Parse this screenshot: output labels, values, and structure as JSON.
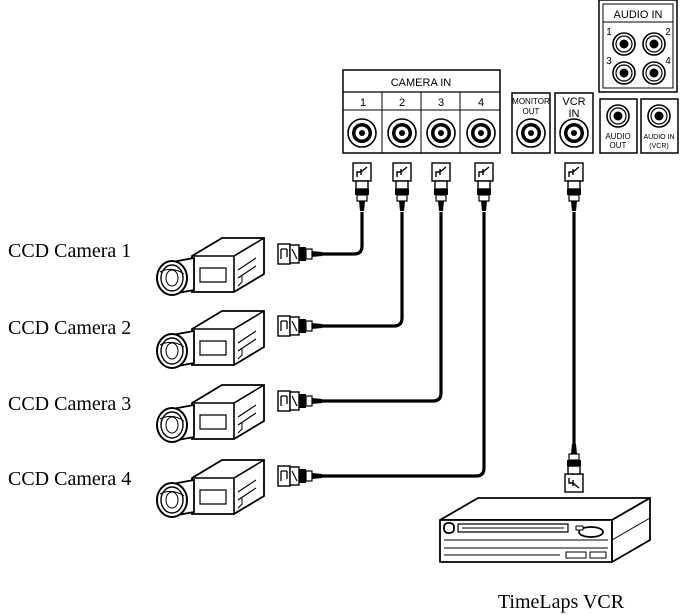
{
  "camera_labels": [
    "CCD Camera 1",
    "CCD Camera 2",
    "CCD Camera 3",
    "CCD Camera 4"
  ],
  "vcr_label": "TimeLaps VCR",
  "panel": {
    "camera_in": {
      "title": "CAMERA IN",
      "channels": [
        "1",
        "2",
        "3",
        "4"
      ]
    },
    "monitor_out": {
      "line1": "MONITOR",
      "line2": "OUT"
    },
    "vcr_in": {
      "line1": "VCR",
      "line2": "IN"
    },
    "audio_in": {
      "title": "AUDIO IN",
      "channels": [
        "1",
        "2",
        "3",
        "4"
      ]
    },
    "audio_out": {
      "line1": "AUDIO",
      "line2": "OUT"
    },
    "audio_in_vcr": {
      "line1": "AUDIO IN",
      "line2": "(VCR)"
    }
  }
}
